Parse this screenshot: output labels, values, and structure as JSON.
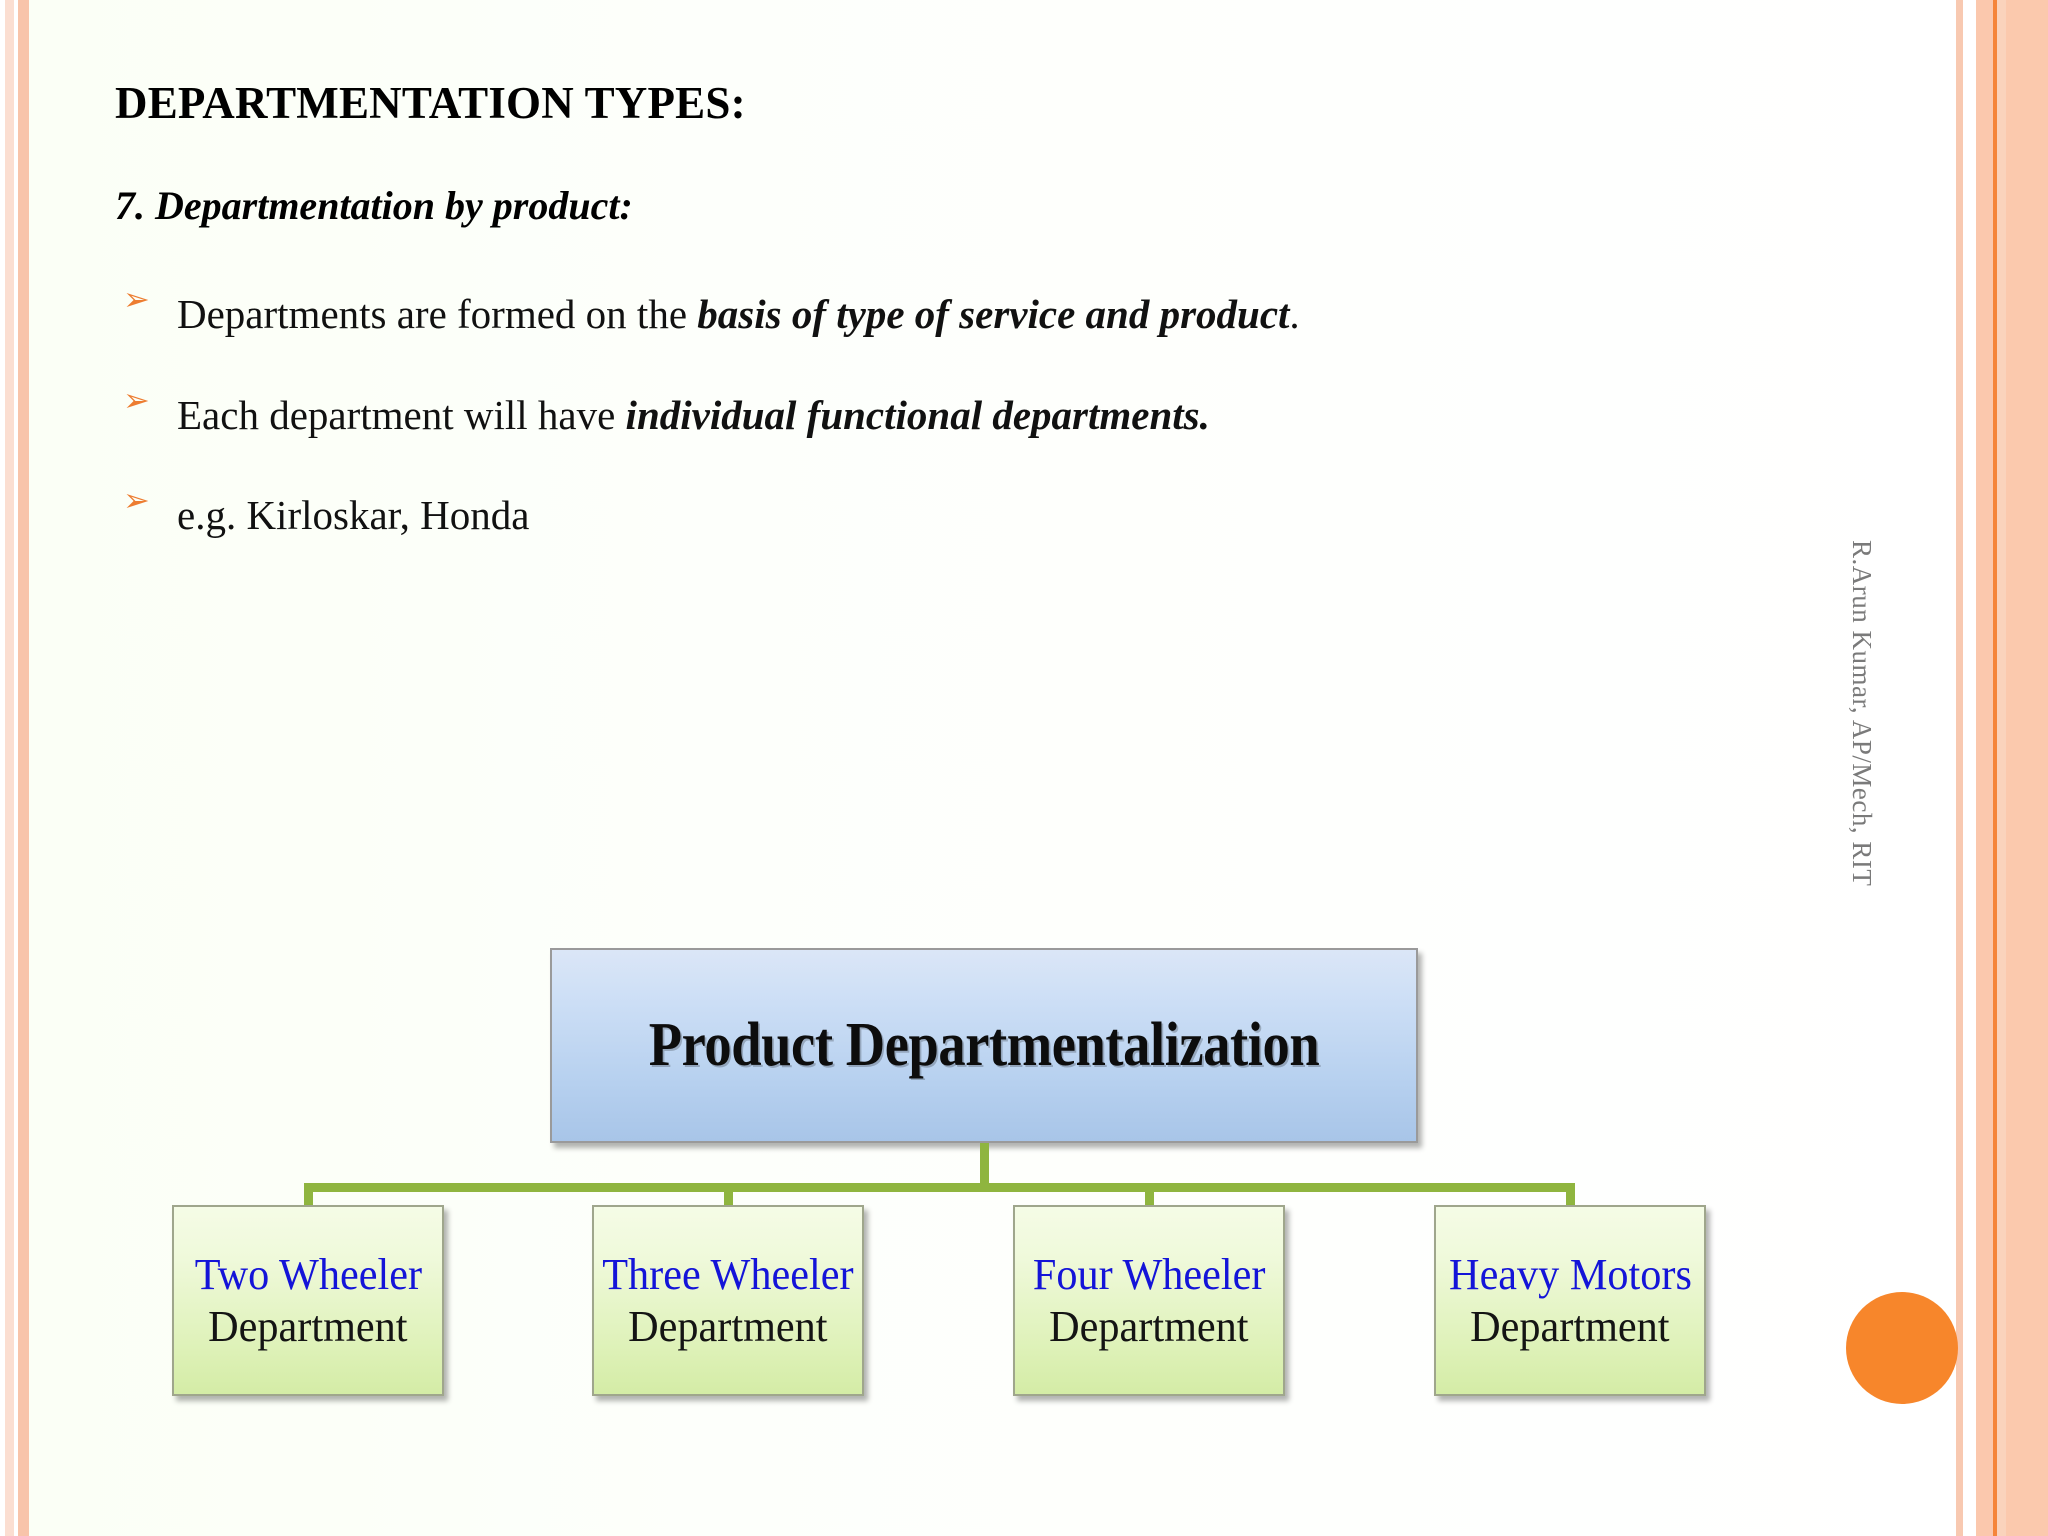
{
  "slide": {
    "title": "DEPARTMENTATION TYPES:",
    "subheading": "7. Departmentation by product:",
    "bullets": [
      {
        "marker": "arrow-bullet",
        "segments": [
          {
            "text": "Departments are formed on the ",
            "emphasis": false
          },
          {
            "text": "basis of type of service and product",
            "emphasis": true
          },
          {
            "text": ".",
            "emphasis": false
          }
        ]
      },
      {
        "marker": "arrow-bullet",
        "segments": [
          {
            "text": "Each department will have ",
            "emphasis": false
          },
          {
            "text": "individual functional departments.",
            "emphasis": true
          }
        ]
      },
      {
        "marker": "arrow-bullet",
        "segments": [
          {
            "text": "e.g. Kirloskar, Honda",
            "emphasis": false
          }
        ]
      }
    ],
    "credit": "R.Arun Kumar, AP/Mech, RIT",
    "bullet_glyph": "➢"
  },
  "chart_data": {
    "type": "diagram",
    "title": "Product Departmentalization",
    "root": {
      "label": "Product Departmentalization"
    },
    "children": [
      {
        "line1": "Two Wheeler",
        "line2": "Department"
      },
      {
        "line1": "Three Wheeler",
        "line2": "Department"
      },
      {
        "line1": "Four Wheeler",
        "line2": "Department"
      },
      {
        "line1": "Heavy Motors",
        "line2": "Department"
      }
    ]
  },
  "colors": {
    "accent_orange": "#F7862B",
    "bullet_orange": "#ED7D31",
    "connector_green": "#8FB53F",
    "root_box_blue": "#B6D0EF",
    "child_box_green": "#DDF1B6",
    "child_title_blue": "#1414D8",
    "credit_gray": "#7A7A7A",
    "stripe_peach": "#F8C4AA",
    "stripe_pink": "#FBDED1"
  }
}
